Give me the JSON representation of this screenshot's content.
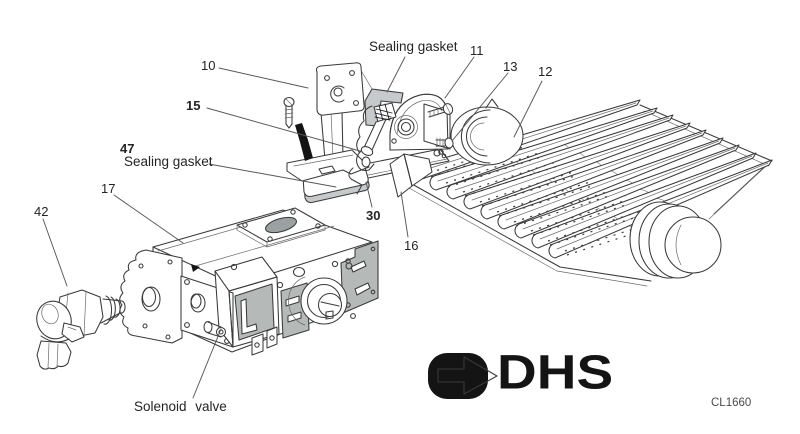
{
  "figure": {
    "type": "exploded-parts-diagram",
    "subject": "Gas valve, pilot and finned burner assembly"
  },
  "callouts": {
    "sealing_gasket_top": "Sealing gasket",
    "part_10": "10",
    "part_11": "11",
    "part_13": "13",
    "part_12": "12",
    "part_15": "15",
    "part_47": "47",
    "sealing_gasket_left": "Sealing gasket",
    "part_17": "17",
    "part_42": "42",
    "part_30": "30",
    "part_16": "16",
    "solenoid_valve": "Solenoid valve"
  },
  "logo": {
    "brand_text": "DHS",
    "icon": "arrow-right-in-rounded-block"
  },
  "footer": {
    "drawing_code": "CL1660"
  },
  "colors": {
    "background": "#ffffff",
    "line": "#3a3a3a",
    "shade_gray": "#b5bab8",
    "logo_black": "#141414",
    "label_text": "#242424"
  }
}
